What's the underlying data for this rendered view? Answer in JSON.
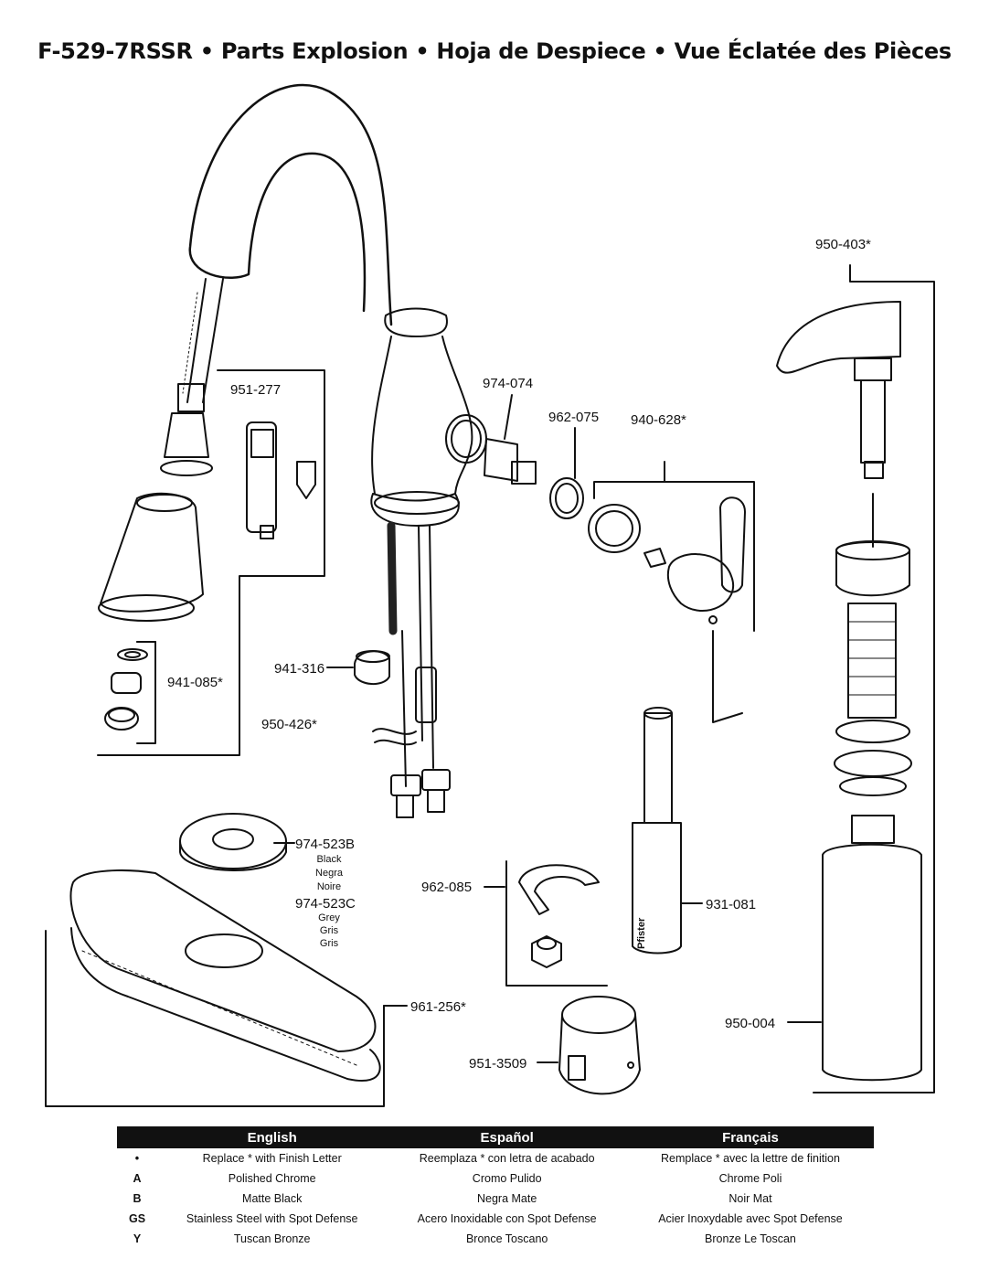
{
  "title": "F-529-7RSSR  •  Parts Explosion  •  Hoja de Despiece  •  Vue Éclatée des Pièces",
  "parts": {
    "p950_403": "950-403*",
    "p951_277": "951-277",
    "p974_074": "974-074",
    "p962_075": "962-075",
    "p940_628": "940-628*",
    "p941_316": "941-316",
    "p941_085": "941-085*",
    "p950_426": "950-426*",
    "p974_523b": "974-523B",
    "p974_523b_l1": "Black",
    "p974_523b_l2": "Negra",
    "p974_523b_l3": "Noire",
    "p974_523c": "974-523C",
    "p974_523c_l1": "Grey",
    "p974_523c_l2": "Gris",
    "p974_523c_l3": "Gris",
    "p962_085": "962-085",
    "p931_081": "931-081",
    "p961_256": "961-256*",
    "p950_004": "950-004",
    "p951_3509": "951-3509",
    "brand": "Pfister"
  },
  "legend": {
    "headers": [
      "English",
      "Español",
      "Français"
    ],
    "rows": [
      {
        "code": "•",
        "en": "Replace * with Finish Letter",
        "es": "Reemplaza * con letra de acabado",
        "fr": "Remplace * avec la lettre de finition"
      },
      {
        "code": "A",
        "en": "Polished Chrome",
        "es": "Cromo Pulido",
        "fr": "Chrome Poli"
      },
      {
        "code": "B",
        "en": "Matte Black",
        "es": "Negra Mate",
        "fr": "Noir Mat"
      },
      {
        "code": "GS",
        "en": "Stainless Steel with Spot Defense",
        "es": "Acero Inoxidable con Spot Defense",
        "fr": "Acier Inoxydable avec Spot Defense"
      },
      {
        "code": "Y",
        "en": "Tuscan Bronze",
        "es": "Bronce Toscano",
        "fr": "Bronze Le Toscan"
      }
    ]
  }
}
